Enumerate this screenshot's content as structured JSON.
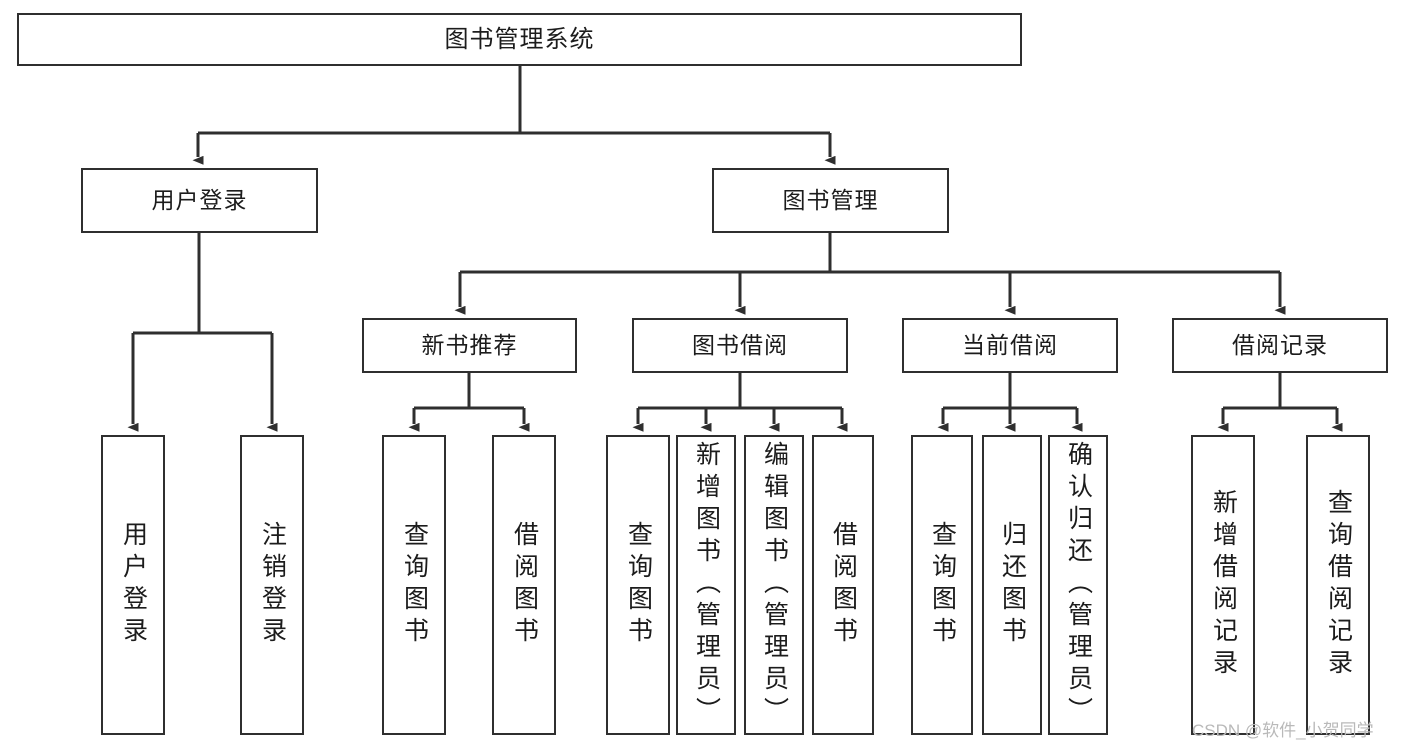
{
  "diagram": {
    "type": "tree-hierarchy",
    "title": "图书管理系统",
    "orientation": "top-down",
    "colors": {
      "background": "#ffffff",
      "node_fill": "#ffffff",
      "node_border": "#2f2f2f",
      "edge": "#2f2f2f",
      "text": "#1c1c1c",
      "watermark": "#b9b9b9"
    }
  },
  "watermark": {
    "text": "CSDN @软件_小贺同学"
  },
  "nodes": {
    "root": {
      "label": "图书管理系统"
    },
    "level2": [
      {
        "id": "user-login",
        "label": "用户登录"
      },
      {
        "id": "book-manage",
        "label": "图书管理"
      }
    ],
    "level3": [
      {
        "id": "new-book-recommend",
        "label": "新书推荐"
      },
      {
        "id": "book-borrow",
        "label": "图书借阅"
      },
      {
        "id": "current-borrow",
        "label": "当前借阅"
      },
      {
        "id": "borrow-record",
        "label": "借阅记录"
      }
    ],
    "level4": [
      {
        "id": "leaf-user-login",
        "label": "用户登录",
        "parent": "user-login"
      },
      {
        "id": "leaf-user-logout",
        "label": "注销登录",
        "parent": "user-login"
      },
      {
        "id": "leaf-query-book-1",
        "label": "查询图书",
        "parent": "new-book-recommend"
      },
      {
        "id": "leaf-borrow-book-1",
        "label": "借阅图书",
        "parent": "new-book-recommend"
      },
      {
        "id": "leaf-query-book-2",
        "label": "查询图书",
        "parent": "book-borrow"
      },
      {
        "id": "leaf-add-book",
        "label": "新增图书（管理员）",
        "parent": "book-borrow"
      },
      {
        "id": "leaf-edit-book",
        "label": "编辑图书（管理员）",
        "parent": "book-borrow"
      },
      {
        "id": "leaf-borrow-book-2",
        "label": "借阅图书",
        "parent": "book-borrow"
      },
      {
        "id": "leaf-query-book-3",
        "label": "查询图书",
        "parent": "current-borrow"
      },
      {
        "id": "leaf-return-book",
        "label": "归还图书",
        "parent": "current-borrow"
      },
      {
        "id": "leaf-confirm-return",
        "label": "确认归还（管理员）",
        "parent": "current-borrow"
      },
      {
        "id": "leaf-add-record",
        "label": "新增借阅记录",
        "parent": "borrow-record"
      },
      {
        "id": "leaf-query-record",
        "label": "查询借阅记录",
        "parent": "borrow-record"
      }
    ]
  }
}
